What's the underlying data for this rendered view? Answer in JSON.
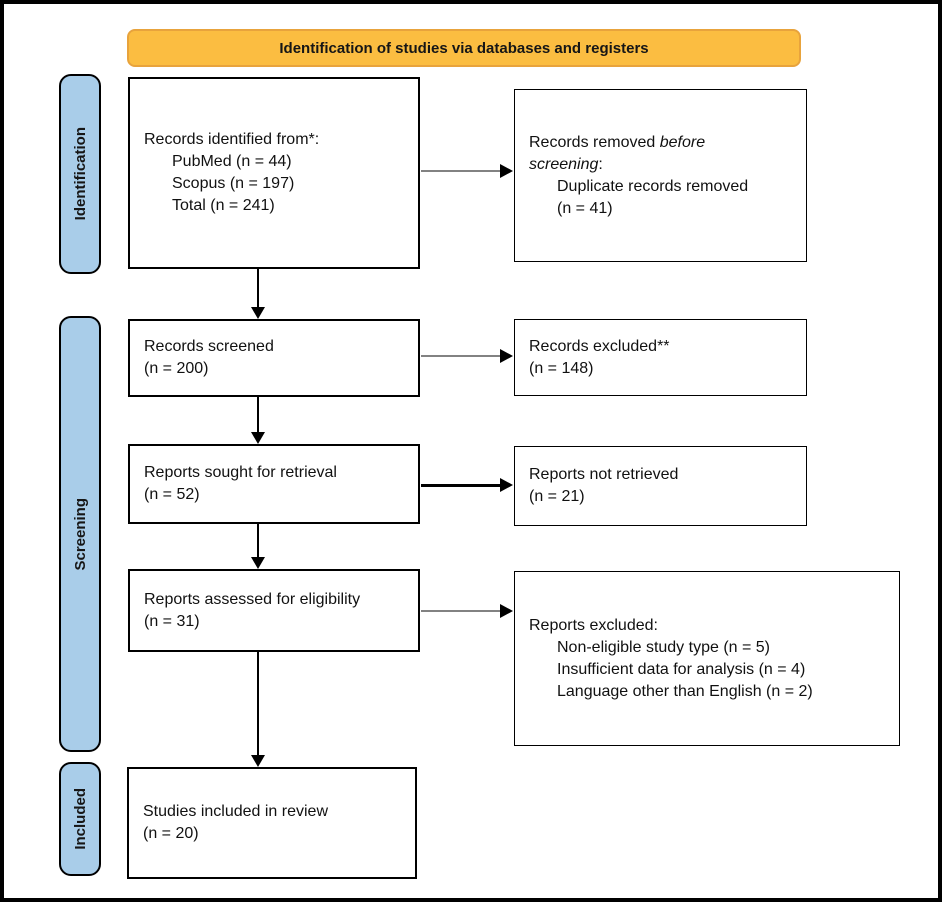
{
  "colors": {
    "banner_fill": "#FBBD41",
    "banner_border": "#E8A33C",
    "stage_fill": "#A9CDE9",
    "arrow_gray": "#828282"
  },
  "banner": {
    "label": "Identification of studies via databases and registers"
  },
  "stages": [
    {
      "label": "Identification"
    },
    {
      "label": "Screening"
    },
    {
      "label": "Included"
    }
  ],
  "boxes": {
    "identified": [
      {
        "indent": 0,
        "parts": [
          {
            "text": "Records identified from*:"
          }
        ]
      },
      {
        "indent": 1,
        "parts": [
          {
            "text": "PubMed (n = 44)"
          }
        ]
      },
      {
        "indent": 1,
        "parts": [
          {
            "text": "Scopus (n = 197)"
          }
        ]
      },
      {
        "indent": 1,
        "parts": [
          {
            "text": "Total (n = 241)"
          }
        ]
      }
    ],
    "removed_before": [
      {
        "indent": 0,
        "parts": [
          {
            "text": "Records removed "
          },
          {
            "text": "before",
            "italic": true
          }
        ]
      },
      {
        "indent": 0,
        "parts": [
          {
            "text": "screening",
            "italic": true
          },
          {
            "text": ":"
          }
        ]
      },
      {
        "indent": 1,
        "parts": [
          {
            "text": "Duplicate records removed"
          }
        ]
      },
      {
        "indent": 1,
        "parts": [
          {
            "text": "(n = 41)"
          }
        ]
      }
    ],
    "screened": [
      {
        "indent": 0,
        "parts": [
          {
            "text": "Records screened"
          }
        ]
      },
      {
        "indent": 0,
        "parts": [
          {
            "text": "(n = 200)"
          }
        ]
      }
    ],
    "excluded": [
      {
        "indent": 0,
        "parts": [
          {
            "text": "Records excluded**"
          }
        ]
      },
      {
        "indent": 0,
        "parts": [
          {
            "text": "(n = 148)"
          }
        ]
      }
    ],
    "sought": [
      {
        "indent": 0,
        "parts": [
          {
            "text": "Reports sought for retrieval"
          }
        ]
      },
      {
        "indent": 0,
        "parts": [
          {
            "text": "(n = 52)"
          }
        ]
      }
    ],
    "not_retrieved": [
      {
        "indent": 0,
        "parts": [
          {
            "text": "Reports not retrieved"
          }
        ]
      },
      {
        "indent": 0,
        "parts": [
          {
            "text": "(n = 21)"
          }
        ]
      }
    ],
    "assessed": [
      {
        "indent": 0,
        "parts": [
          {
            "text": "Reports assessed for eligibility"
          }
        ]
      },
      {
        "indent": 0,
        "parts": [
          {
            "text": "(n = 31)"
          }
        ]
      }
    ],
    "reports_excluded": [
      {
        "indent": 0,
        "parts": [
          {
            "text": "Reports excluded:"
          }
        ]
      },
      {
        "indent": 1,
        "parts": [
          {
            "text": "Non-eligible study type (n = 5)"
          }
        ]
      },
      {
        "indent": 1,
        "parts": [
          {
            "text": "Insufficient data for analysis (n = 4)"
          }
        ]
      },
      {
        "indent": 1,
        "parts": [
          {
            "text": "Language other than English (n = 2)"
          }
        ]
      }
    ],
    "included_review": [
      {
        "indent": 0,
        "parts": [
          {
            "text": "Studies included in review"
          }
        ]
      },
      {
        "indent": 0,
        "parts": [
          {
            "text": "(n = 20)"
          }
        ]
      }
    ]
  }
}
